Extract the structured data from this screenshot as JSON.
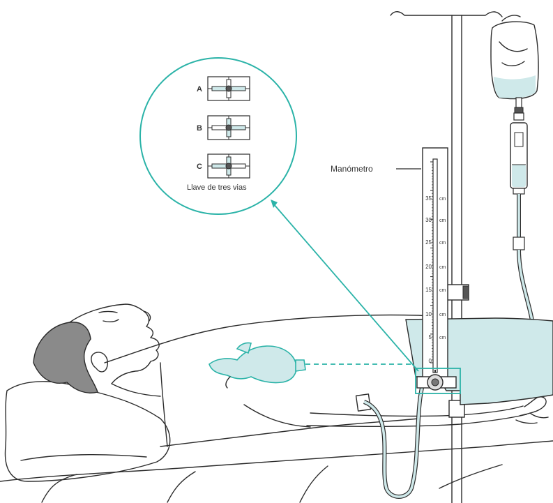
{
  "labels": {
    "manometer": "Manómetro",
    "stopcock": "Llave de tres vias",
    "positions": [
      "A",
      "B",
      "C"
    ]
  },
  "scale": {
    "unit": "cm",
    "ticks": [
      "35",
      "30",
      "25",
      "20",
      "15",
      "10",
      "5",
      "0"
    ]
  },
  "colors": {
    "teal": "#2bb3a8",
    "fluid": "#cfe9ea",
    "hair": "#8a8a8a",
    "ink": "#2b2b2b"
  }
}
